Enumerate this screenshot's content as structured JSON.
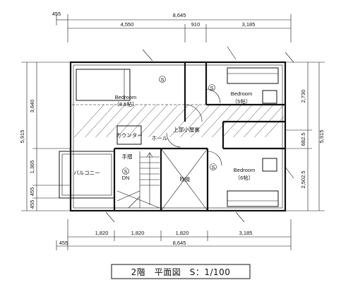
{
  "dimensions": {
    "top_total": "8,645",
    "top_left_offset": "455",
    "top_segments": [
      "4,550",
      "910",
      "3,185"
    ],
    "bottom_total": "8,645",
    "bottom_left_offset": "455",
    "bottom_segments": [
      "1,820",
      "1,820",
      "1,820",
      "3,185"
    ],
    "left_total": "5,915",
    "left_segments": [
      "3,640",
      "1,365",
      "455",
      "455"
    ],
    "right_total": "5,915",
    "right_segments": [
      "2,730",
      "682.5",
      "2,502.5"
    ]
  },
  "rooms": {
    "bedroom_main_label": "Bedroom",
    "bedroom_main_size": "（8.5帖）",
    "bedroom_ne_label": "Bedroom",
    "bedroom_ne_size": "（5帖）",
    "bedroom_se_label": "Bedroom",
    "bedroom_se_size": "（6帖）",
    "balcony": "バルコニー",
    "hall": "ホール",
    "void": "吹抜",
    "loft_opening": "上部小屋裏",
    "handrail": "手摺",
    "storage": "カウンター",
    "stair_down": "DN"
  },
  "symbols": {
    "smoke_detector": "S"
  },
  "title": {
    "text": "2階　平面図　S：1/100"
  }
}
